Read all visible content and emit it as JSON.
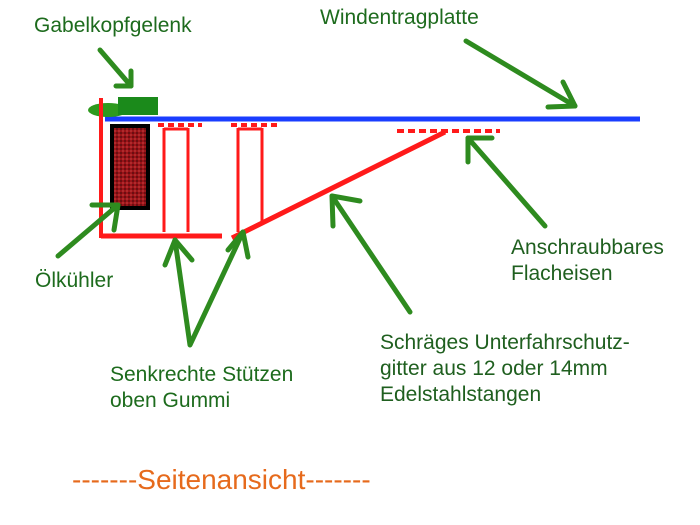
{
  "labels": {
    "gabelkopfgelenk": "Gabelkopfgelenk",
    "windentragplatte": "Windentragplatte",
    "anschraub_line1": "Anschraubbares",
    "anschraub_line2": "Flacheisen",
    "oelkuehler": "Ölkühler",
    "stuetzen_line1": "Senkrechte Stützen",
    "stuetzen_line2": "oben Gummi",
    "gitter_line1": "Schräges Unterfahrschutz-",
    "gitter_line2": "gitter aus 12 oder 14mm",
    "gitter_line3": "Edelstahlstangen",
    "caption": "-------Seitenansicht-------"
  },
  "colors": {
    "frame_red": "#ff1a1a",
    "plate_blue": "#1a3dff",
    "arrow_green": "#2e8b1f",
    "text_green": "#1d6b1d",
    "cooler_fill": "#a3161c",
    "caption_orange": "#e66a1c"
  }
}
